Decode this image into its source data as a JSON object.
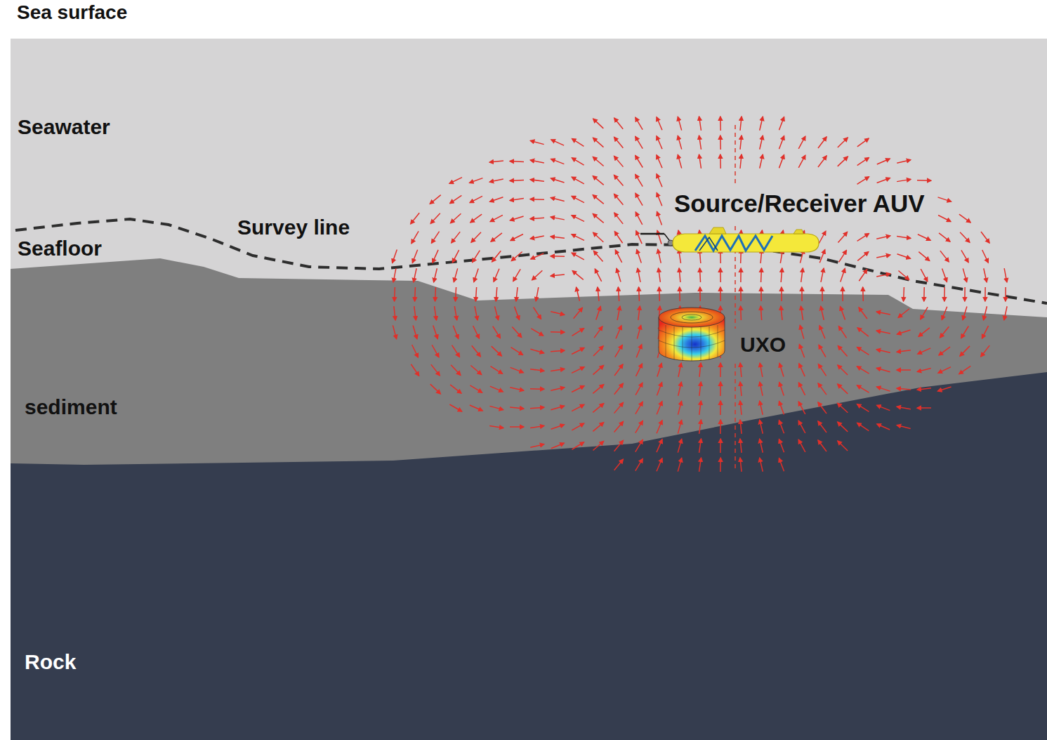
{
  "diagram": {
    "labels": [
      "Sea surface",
      "Seawater",
      "Survey line",
      "Seafloor",
      "Source/Receiver AUV",
      "UXO",
      "sediment",
      "Rock"
    ]
  }
}
